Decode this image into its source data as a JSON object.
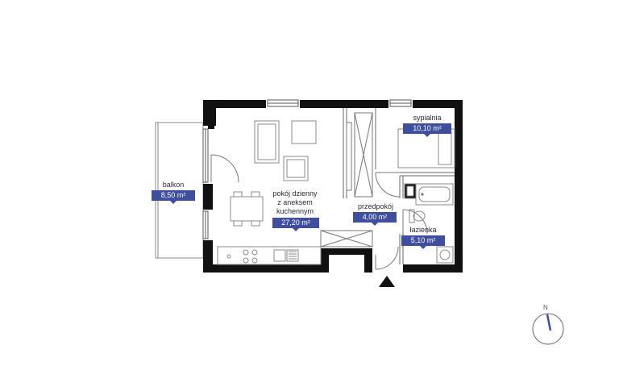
{
  "rooms": {
    "balkon": {
      "name": "balkon",
      "area": "8,50 m²"
    },
    "living": {
      "name_line1": "pokój dzienny",
      "name_line2": "z aneksem",
      "name_line3": "kuchennym",
      "area": "27,20 m²"
    },
    "bedroom": {
      "name": "sypialnia",
      "area": "10,10 m²"
    },
    "hall": {
      "name": "przedpokój",
      "area": "4,00 m²"
    },
    "bathroom": {
      "name": "łazienka",
      "area": "5,10 m²"
    }
  },
  "compass": {
    "north_label": "N"
  },
  "colors": {
    "wall": "#111111",
    "fixture": "#8a8a8a",
    "badge": "#3f4f9e",
    "compass_needle": "#3f4f9e"
  }
}
